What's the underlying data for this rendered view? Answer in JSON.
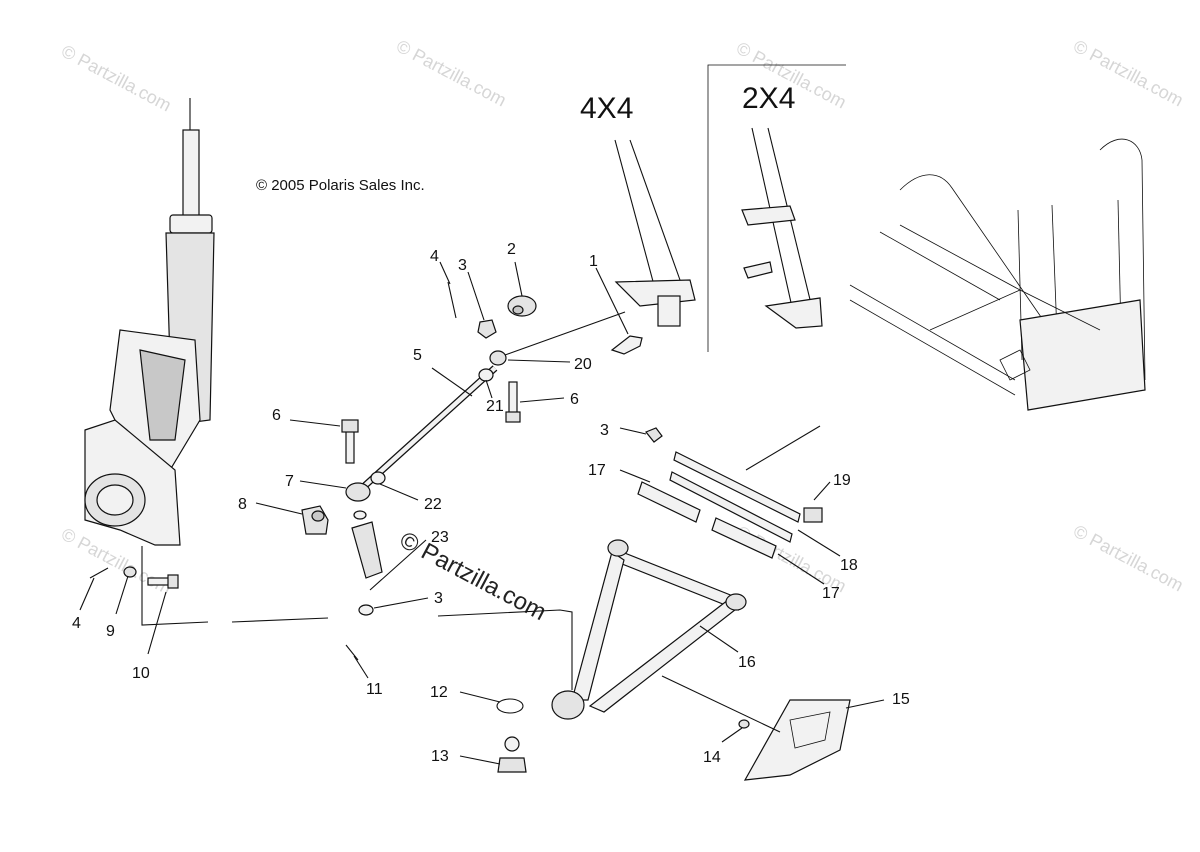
{
  "copyright": "© 2005 Polaris Sales Inc.",
  "variants": {
    "left": "4X4",
    "right": "2X4"
  },
  "watermark_small": "© Partzilla.com",
  "watermark_center": "© Partzilla.com",
  "callouts": [
    "1",
    "2",
    "3",
    "4",
    "5",
    "6",
    "6",
    "7",
    "8",
    "3",
    "9",
    "4",
    "10",
    "11",
    "12",
    "13",
    "14",
    "15",
    "16",
    "17",
    "17",
    "18",
    "19",
    "20",
    "21",
    "22",
    "23",
    "3"
  ]
}
